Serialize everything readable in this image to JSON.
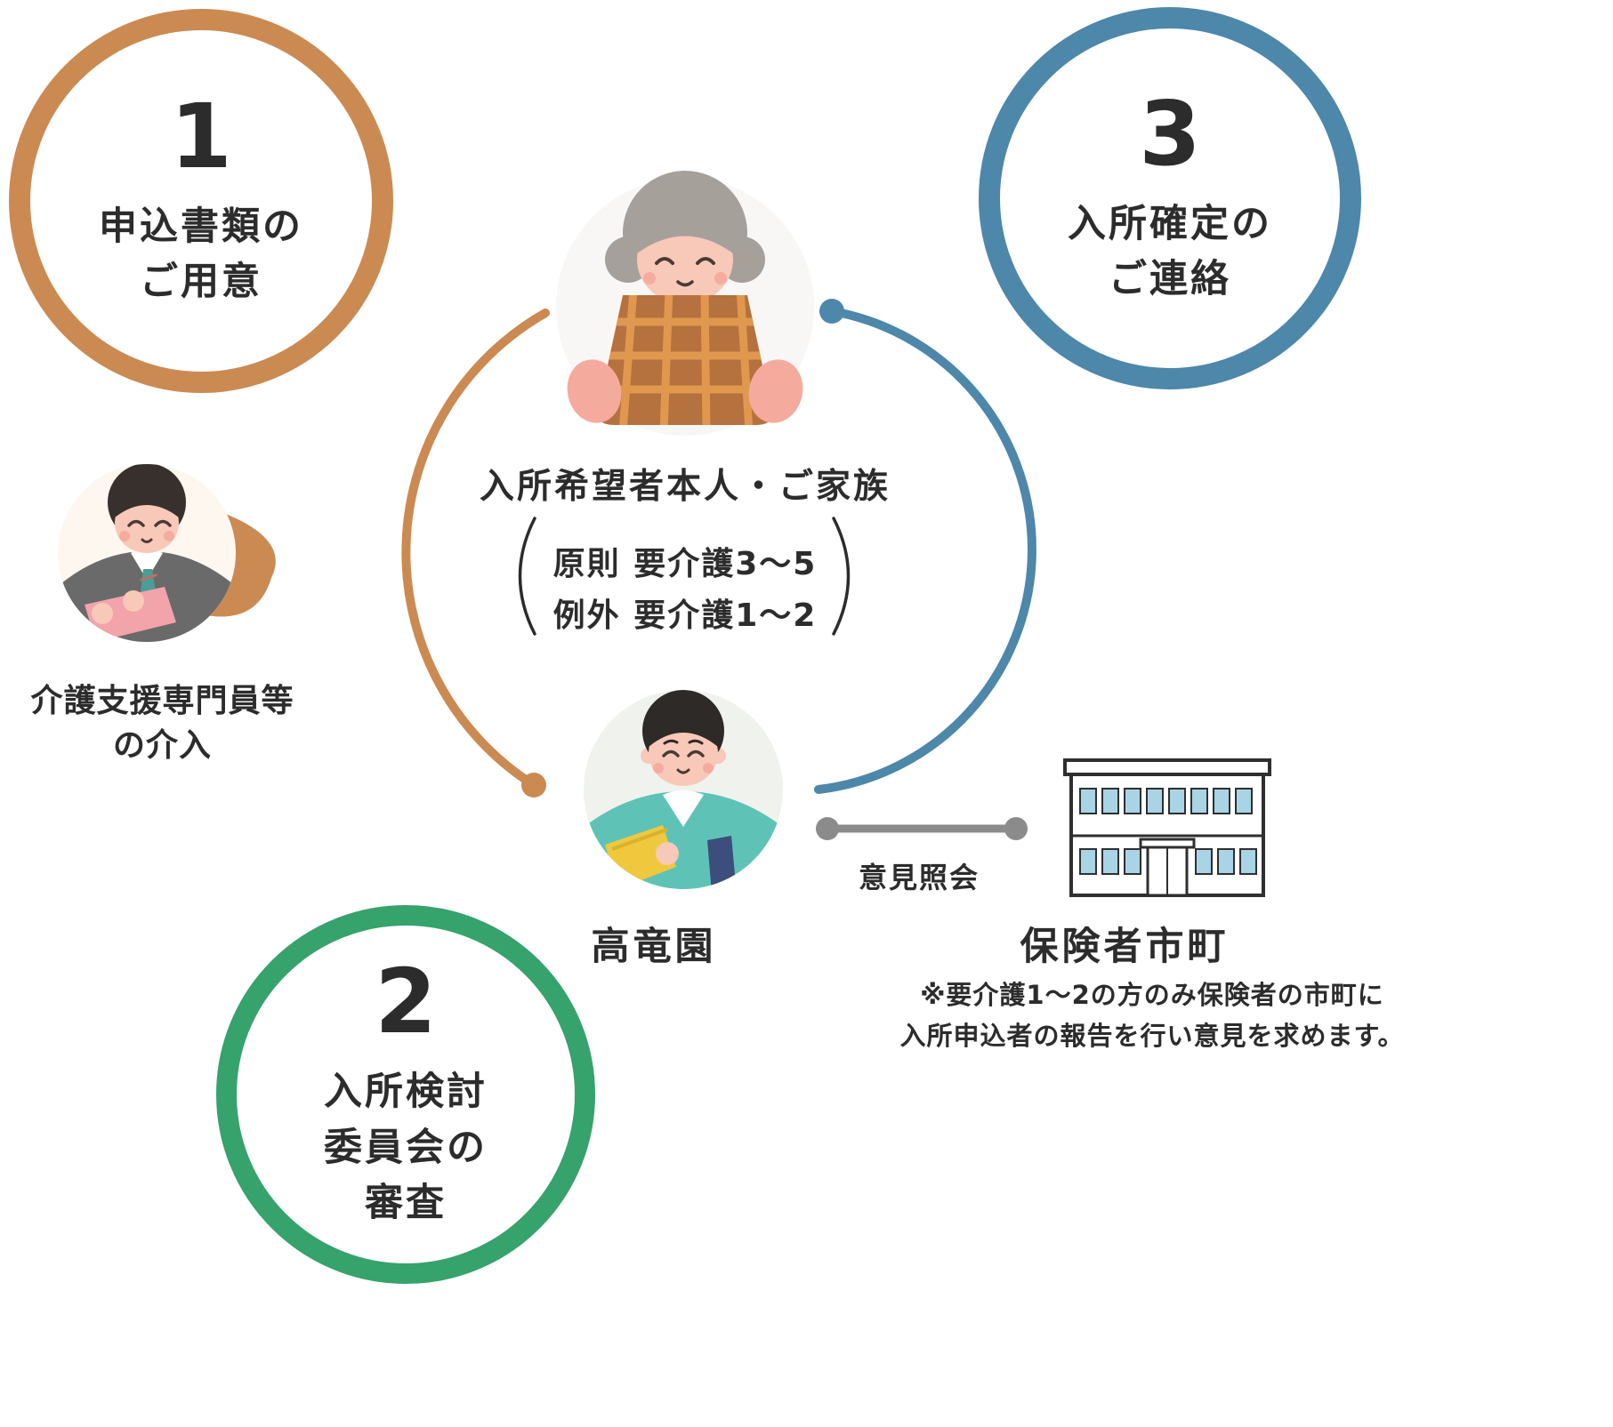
{
  "steps": {
    "one": {
      "number": "1",
      "lines": [
        "申込書類の",
        "ご用意"
      ]
    },
    "two": {
      "number": "2",
      "lines": [
        "入所検討",
        "委員会の",
        "審査"
      ]
    },
    "three": {
      "number": "3",
      "lines": [
        "入所確定の",
        "ご連絡"
      ]
    }
  },
  "center": {
    "title": "入所希望者本人・ご家族",
    "conditions": [
      "原則 要介護3〜5",
      "例外 要介護1〜2"
    ]
  },
  "care_manager": {
    "lines": [
      "介護支援専門員等",
      "の介入"
    ]
  },
  "facility": {
    "label": "高竜園"
  },
  "insurer": {
    "label": "保険者市町"
  },
  "connector": {
    "label": "意見照会"
  },
  "note": {
    "lines": [
      "※要介護1〜2の方のみ保険者の市町に",
      "入所申込者の報告を行い意見を求めます。"
    ]
  },
  "icons": {
    "center_figure": "elderly-applicant-illustration",
    "care_manager": "care-manager-illustration",
    "facility_staff": "facility-staff-illustration",
    "insurer": "municipal-building-icon"
  },
  "colors": {
    "step1_orange": "#cb8a52",
    "step2_green": "#36a26c",
    "step3_blue": "#4d87aa",
    "connector_gray": "#8b8b8b",
    "text": "#2c2c2c"
  }
}
